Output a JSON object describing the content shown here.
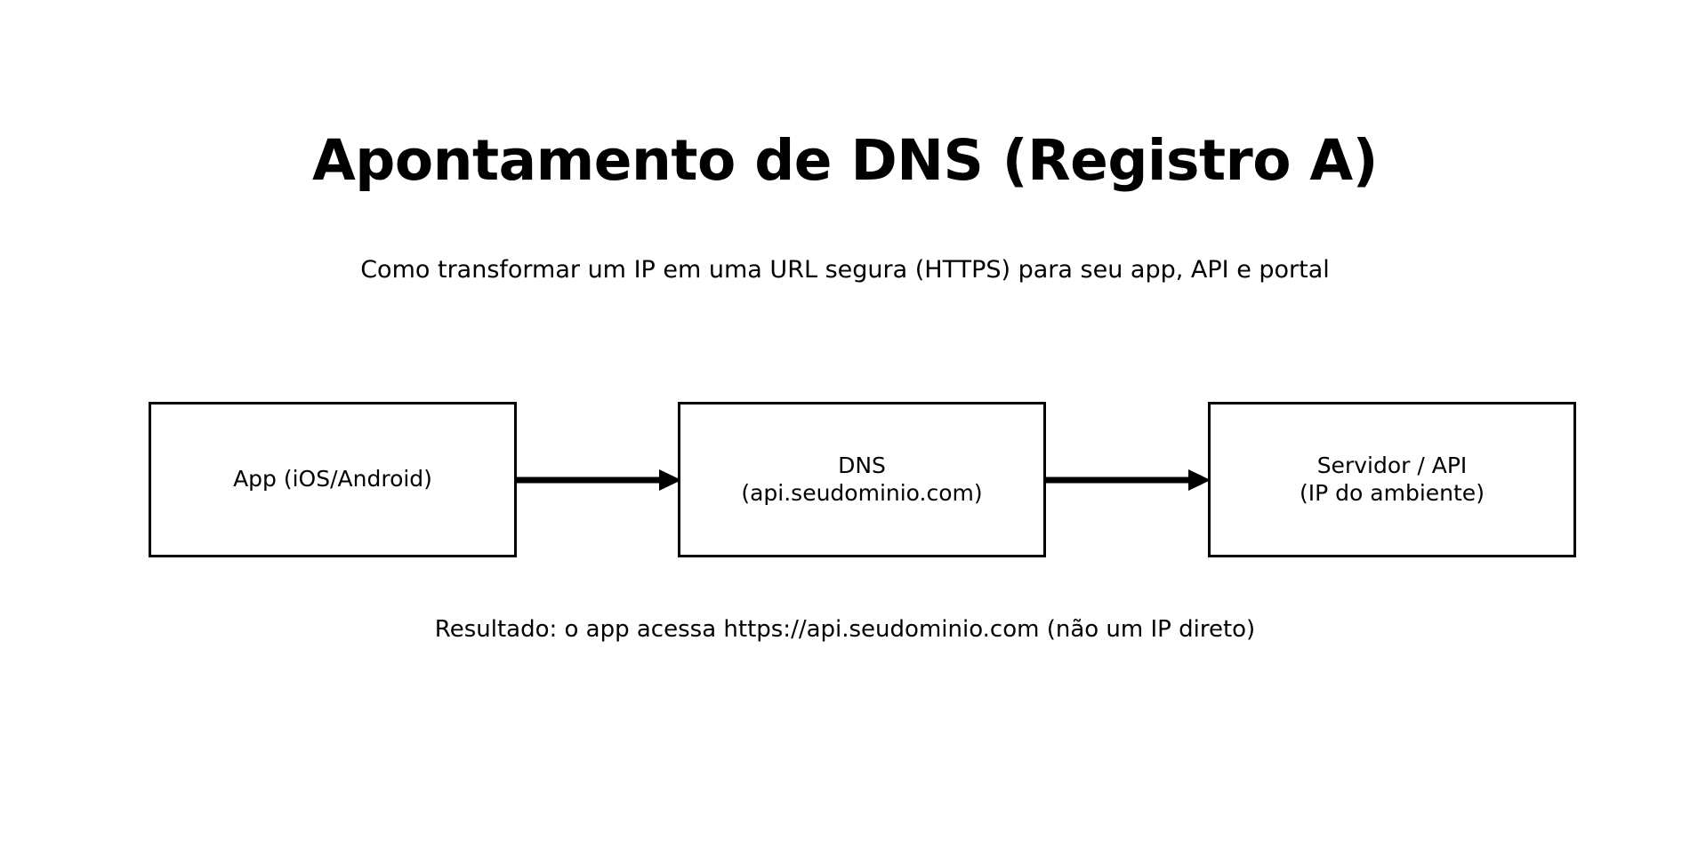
{
  "page": {
    "background_color": "#ffffff",
    "ink_color": "#000000"
  },
  "heading": {
    "title": "Apontamento de DNS (Registro A)",
    "subtitle": "Como transformar um IP em uma URL segura (HTTPS) para seu app, API e portal"
  },
  "diagram": {
    "type": "flowchart",
    "direction": "left-to-right",
    "node_fill": "#ffffff",
    "node_border_color": "#000000",
    "nodes": [
      {
        "id": "app",
        "label": "App (iOS/Android)",
        "lines": [
          "App (iOS/Android)"
        ]
      },
      {
        "id": "dns",
        "label": "DNS\n(api.seudominio.com)",
        "lines": [
          "DNS",
          "(api.seudominio.com)"
        ]
      },
      {
        "id": "servidor",
        "label": "Servidor / API\n(IP do ambiente)",
        "lines": [
          "Servidor / API",
          "(IP do ambiente)"
        ]
      }
    ],
    "edges": [
      {
        "id": "app-to-dns",
        "from": "app",
        "to": "dns",
        "label": "",
        "style": "solid-arrow"
      },
      {
        "id": "dns-to-servidor",
        "from": "dns",
        "to": "servidor",
        "label": "",
        "style": "solid-arrow"
      }
    ]
  },
  "footer": {
    "result_note": "Resultado: o app acessa https://api.seudominio.com (não um IP direto)"
  }
}
